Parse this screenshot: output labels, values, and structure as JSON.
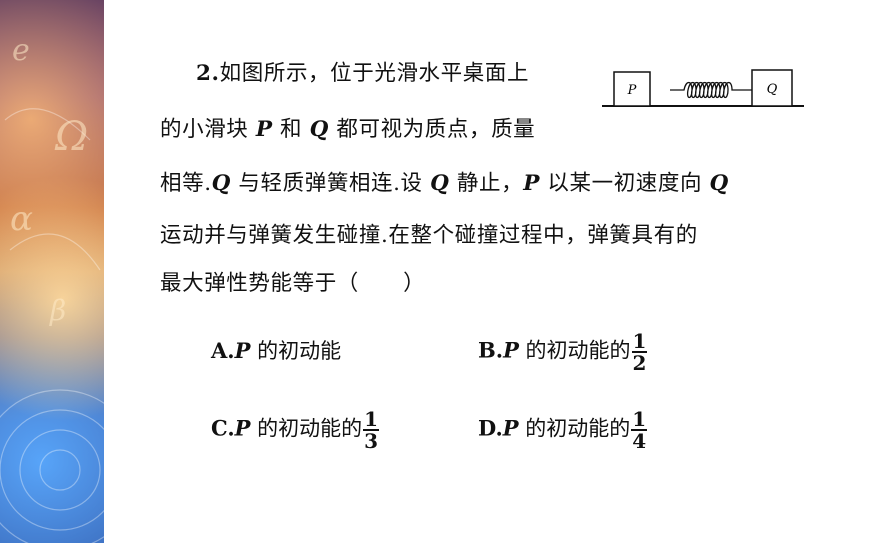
{
  "question": {
    "lines": [
      [
        "2.",
        "如图所示，位于光滑水平桌面上"
      ],
      [
        "的小滑块 ",
        "P",
        " 和 ",
        "Q",
        " 都可视为质点，质量"
      ],
      [
        "相等.",
        "Q",
        " 与轻质弹簧相连.设 ",
        "Q",
        " 静止，",
        "P",
        " 以某一初速度向 ",
        "Q"
      ],
      [
        "运动并与弹簧发生碰撞.在整个碰撞过程中，弹簧具有的"
      ],
      [
        "最大弹性势能等于（　　）"
      ]
    ]
  },
  "diagram": {
    "block_p": "P",
    "block_q": "Q"
  },
  "options": {
    "a": {
      "letter": "A.",
      "var": "P",
      "text": " 的初动能"
    },
    "b": {
      "letter": "B.",
      "var": "P",
      "text": " 的初动能的",
      "num": "1",
      "den": "2"
    },
    "c": {
      "letter": "C.",
      "var": "P",
      "text": " 的初动能的",
      "num": "1",
      "den": "3"
    },
    "d": {
      "letter": "D.",
      "var": "P",
      "text": " 的初动能的",
      "num": "1",
      "den": "4"
    }
  }
}
